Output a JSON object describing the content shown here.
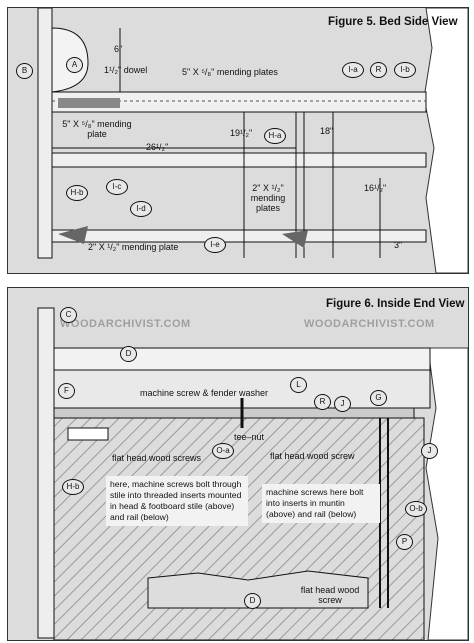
{
  "figure5": {
    "title": "Figure 5. Bed Side View",
    "labels": {
      "dim_6": "6\"",
      "dowel": "1¹/₂\" dowel",
      "mending_top": "5\" X ⁵/₈\" mending plates",
      "mending_left": "5\" X ⁵/₈\" mending plate",
      "dim_26": "26¹/₂\"",
      "dim_19": "19¹/₂\"",
      "dim_18": "18\"",
      "dim_16": "16¹/₂\"",
      "mending_mid": "2\" X ¹/₂\" mending plates",
      "mending_bottom": "2\" X ¹/₂\" mending plate",
      "dim_3": "3\""
    },
    "callouts": [
      "A",
      "B",
      "I-a",
      "R",
      "I-b",
      "H-a",
      "I-c",
      "H-b",
      "I-d",
      "I-e"
    ]
  },
  "figure6": {
    "title": "Figure 6. Inside End View",
    "watermark": "WOODARCHIVIST.COM",
    "labels": {
      "machine_screw_washer": "machine screw & fender washer",
      "tee_nut": "tee–nut",
      "flat_head_left": "flat head wood screws",
      "flat_head_right": "flat head wood screw",
      "flat_head_bottom": "flat head wood screw",
      "note_left": "here, machine screws bolt through stile into threaded inserts mounted in head & footboard stile (above) and rail (below)",
      "note_right": "machine screws here bolt into inserts in muntin (above) and rail (below)"
    },
    "callouts": [
      "C",
      "D",
      "F",
      "L",
      "R",
      "J",
      "G",
      "O-a",
      "J",
      "H-b",
      "O-b",
      "P",
      "D"
    ]
  }
}
